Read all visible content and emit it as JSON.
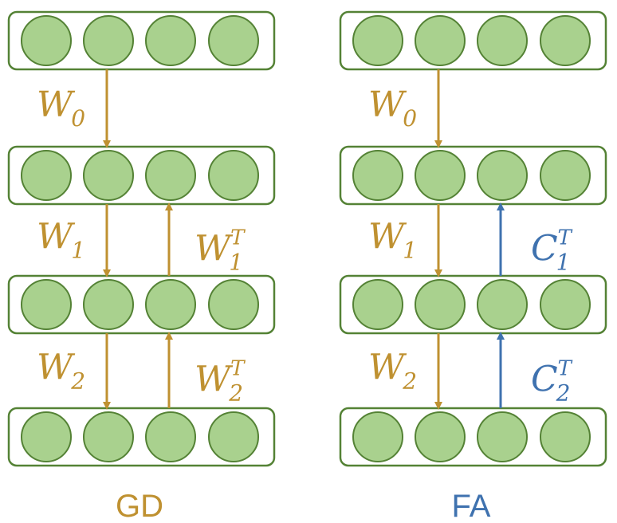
{
  "colors": {
    "gold": "#bf9131",
    "blue": "#3f72af",
    "neuron_fill": "#a9d18e",
    "neuron_stroke": "#548235"
  },
  "panels": [
    {
      "id": "gd",
      "title": "GD",
      "title_color": "#bf9131",
      "layers": 4,
      "neurons_per_layer": 4,
      "forward_labels": [
        {
          "base": "W",
          "sub": "0",
          "sup": ""
        },
        {
          "base": "W",
          "sub": "1",
          "sup": ""
        },
        {
          "base": "W",
          "sub": "2",
          "sup": ""
        }
      ],
      "backward_labels": [
        {
          "base": "W",
          "sub": "1",
          "sup": "T",
          "color": "#bf9131"
        },
        {
          "base": "W",
          "sub": "2",
          "sup": "T",
          "color": "#bf9131"
        }
      ]
    },
    {
      "id": "fa",
      "title": "FA",
      "title_color": "#3f72af",
      "layers": 4,
      "neurons_per_layer": 4,
      "forward_labels": [
        {
          "base": "W",
          "sub": "0",
          "sup": ""
        },
        {
          "base": "W",
          "sub": "1",
          "sup": ""
        },
        {
          "base": "W",
          "sub": "2",
          "sup": ""
        }
      ],
      "backward_labels": [
        {
          "base": "C",
          "sub": "1",
          "sup": "T",
          "color": "#3f72af"
        },
        {
          "base": "C",
          "sub": "2",
          "sup": "T",
          "color": "#3f72af"
        }
      ]
    }
  ]
}
